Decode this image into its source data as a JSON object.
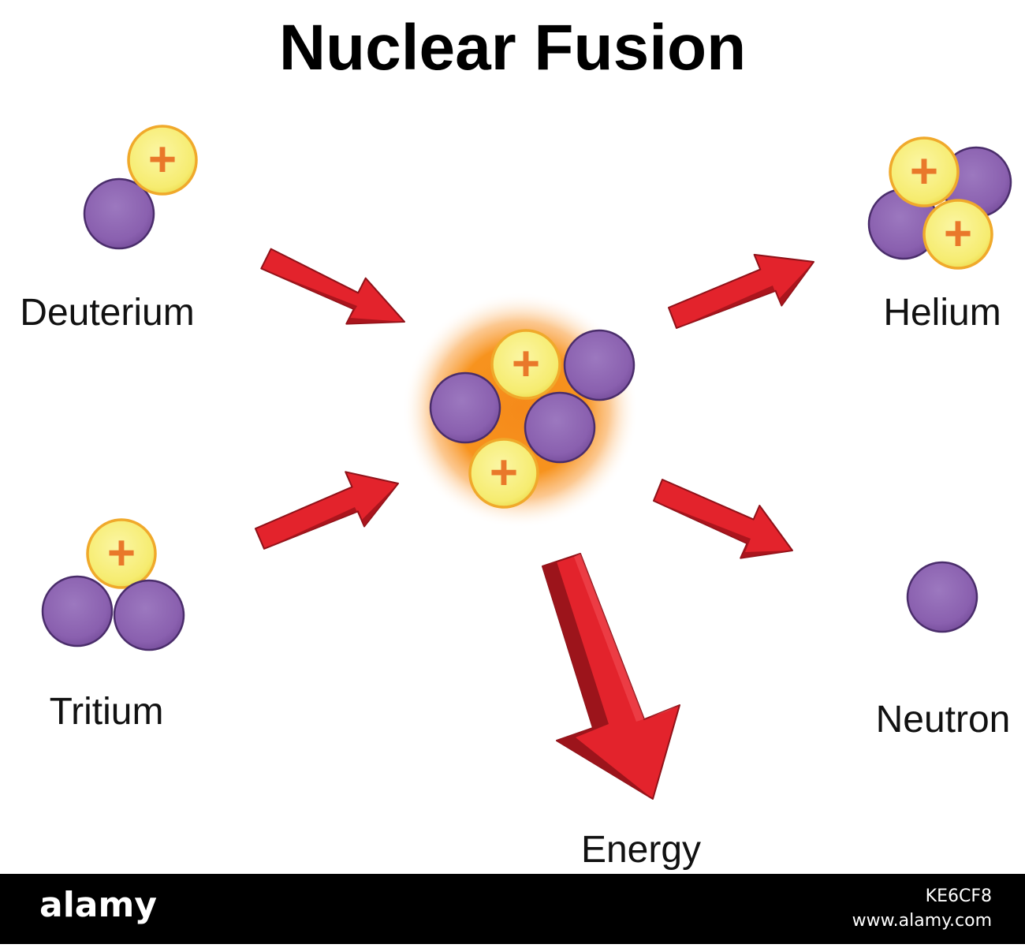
{
  "title": "Nuclear Fusion",
  "labels": {
    "deuterium": "Deuterium",
    "tritium": "Tritium",
    "helium": "Helium",
    "neutron": "Neutron",
    "energy": "Energy"
  },
  "particle_symbols": {
    "proton": "+"
  },
  "watermark": {
    "brand": "alamy",
    "id": "KE6CF8",
    "url": "www.alamy.com"
  },
  "colors": {
    "neutron": "#8c63b1",
    "neutron_dark": "#4a2d6b",
    "proton": "#f5ec6a",
    "proton_ring": "#f0a92b",
    "plus": "#e9782a",
    "arrow": "#e3232c",
    "arrow_dark": "#8f1219",
    "glow": "#f7931e",
    "footer": "#000000"
  }
}
